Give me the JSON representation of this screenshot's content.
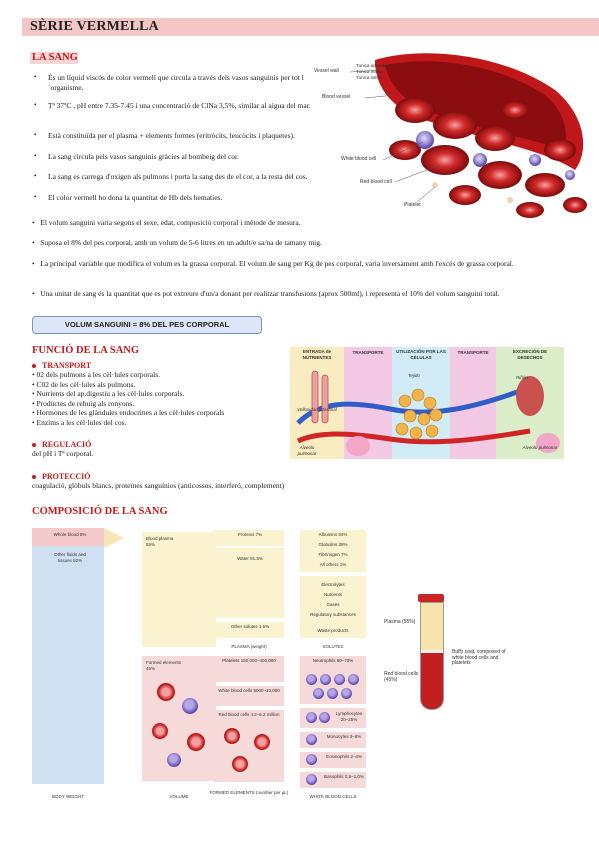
{
  "title": "SÈRIE VERMELLA",
  "sang": {
    "heading": "LA SANG",
    "bullets": [
      "És un líquid viscós de color vermell que circula a través dels vasos sanguinis per tot l´organisme.",
      "Tª 37ºC , pH entre 7.35-7.45 i una concentració de ClNa 3,5%, similar al aigua del mar.",
      "Està constituïda per el plasma + elements formes (eritròcits, leucòcits i plaquetes).",
      "La sang circula pels vasos sanguinis gràcies al bombeig del cor.",
      "La sang es carrega d'oxigen als pulmons i porta la sang des de el cor, a la resta del cos.",
      "El color vermell ho dona la quantitat de Hb dels hematies."
    ],
    "wide_bullets": [
      "El volum sanguini varia segons el sexe, edat, composició corporal i mètode de mesura.",
      "Suposa el 8% del pes corporal, amb un volum de 5-6 litres en un adult/e sa/na de tamany mig.",
      "La principal variable que modifica el volum es la grassa corporal. El volum de sang per Kg de pes corporal, varia inversament amb l'excés de grassa corporal.",
      "Una unitat de sang és la quantitat que es pot extreure d'un/a donant per realitzar transfusions (aprox 500ml), i representa el 10% del volum sanguini total."
    ],
    "volum_box": "VOLUM SANGUINI = 8% DEL PES CORPORAL",
    "vessel_labels": {
      "vessel_wall": "Vessel wall",
      "tunica_adventitia": "Tunica adventitia",
      "tunica_media": "Tunica media",
      "tunica_intima": "Tunica intima",
      "blood_vessel": "Blood vessel",
      "white_blood_cell": "White blood cell",
      "red_blood_cell": "Red blood cell",
      "platelet": "Platelet"
    }
  },
  "funcio": {
    "heading": "FUNCIÓ DE LA SANG",
    "transport_title": "TRANSPORT",
    "transport_items": [
      "• 02 dels pulmons a les cèl·lules corporals.",
      "• C02 de les cèl·lules als pulmons.",
      "• Nutrients del ap.digestiu a les cèl·lules corporals.",
      "• Productes de rebuig als ronyons.",
      "• Hormones de les glàndules endocrines a les cèl·lules corporals",
      "• Enzims a les cèl·lules del cos."
    ],
    "regulacio_title": "REGULACIÓ",
    "regulacio_text": "del pH i Tª corporal.",
    "proteccio_title": "PROTECCIÓ",
    "proteccio_text": "coagulació, glòbuls blancs, proteïnes sanguínies (anticossos, interferó, complement)",
    "diagram_labels": {
      "entrada": "ENTRADA de NUTRIENTES",
      "transporte1": "TRANSPORTE",
      "utilizacion": "UTILIZACIÓN POR LAS CÉLULAS",
      "transporte2": "TRANSPORTE",
      "excrecion": "EXCRECIÓN DE DESECHOS",
      "tejido": "Tejido",
      "rinon": "Riñón",
      "vellosidad": "Vellosidad intestinal",
      "alveolo1": "Alveolo pulmonar",
      "alveolo2": "Alveolo pulmonar"
    }
  },
  "composicio": {
    "heading": "COMPOSICIÓ DE LA SANG",
    "body_weight": {
      "whole_blood": "Whole blood 8%",
      "other": "Other fluids and tissues 92%",
      "caption": "BODY WEIGHT"
    },
    "volume": {
      "plasma": "Blood plasma 55%",
      "formed": "Formed elements 45%",
      "caption": "VOLUME"
    },
    "plasma_weight": {
      "proteins": "Proteins 7%",
      "water": "Water 91.5%",
      "other": "Other solutes 1.5%",
      "caption": "PLASMA (weight)"
    },
    "solutes": {
      "albumins": "Albumins 54%",
      "globulins": "Globulins 38%",
      "fibrinogen": "Fibrinogen 7%",
      "others": "All others 1%",
      "electrolytes": "Electrolytes",
      "nutrients": "Nutrients",
      "gases": "Gases",
      "regulatory": "Regulatory substances",
      "waste": "Waste products",
      "caption": "SOLUTES"
    },
    "formed_elements": {
      "platelets": "Platelets 150,000–400,000",
      "wbc": "White blood cells 5000–10,000",
      "rbc": "Red blood cells 4.2–6.2 million",
      "caption": "FORMED ELEMENTS (number per µL)"
    },
    "white_cells": {
      "neutrophils": "Neutrophils 60–70%",
      "lymphocytes": "Lymphocytes 20–25%",
      "monocytes": "Monocytes 3–8%",
      "eosinophils": "Eosinophils 2–4%",
      "basophils": "Basophils 0.5–1.0%",
      "caption": "WHITE BLOOD CELLS"
    },
    "tube": {
      "plasma": "Plasma (55%)",
      "buffy": "Buffy coat, composed of white blood cells and platelets",
      "rbc": "Red blood cells (45%)"
    }
  }
}
